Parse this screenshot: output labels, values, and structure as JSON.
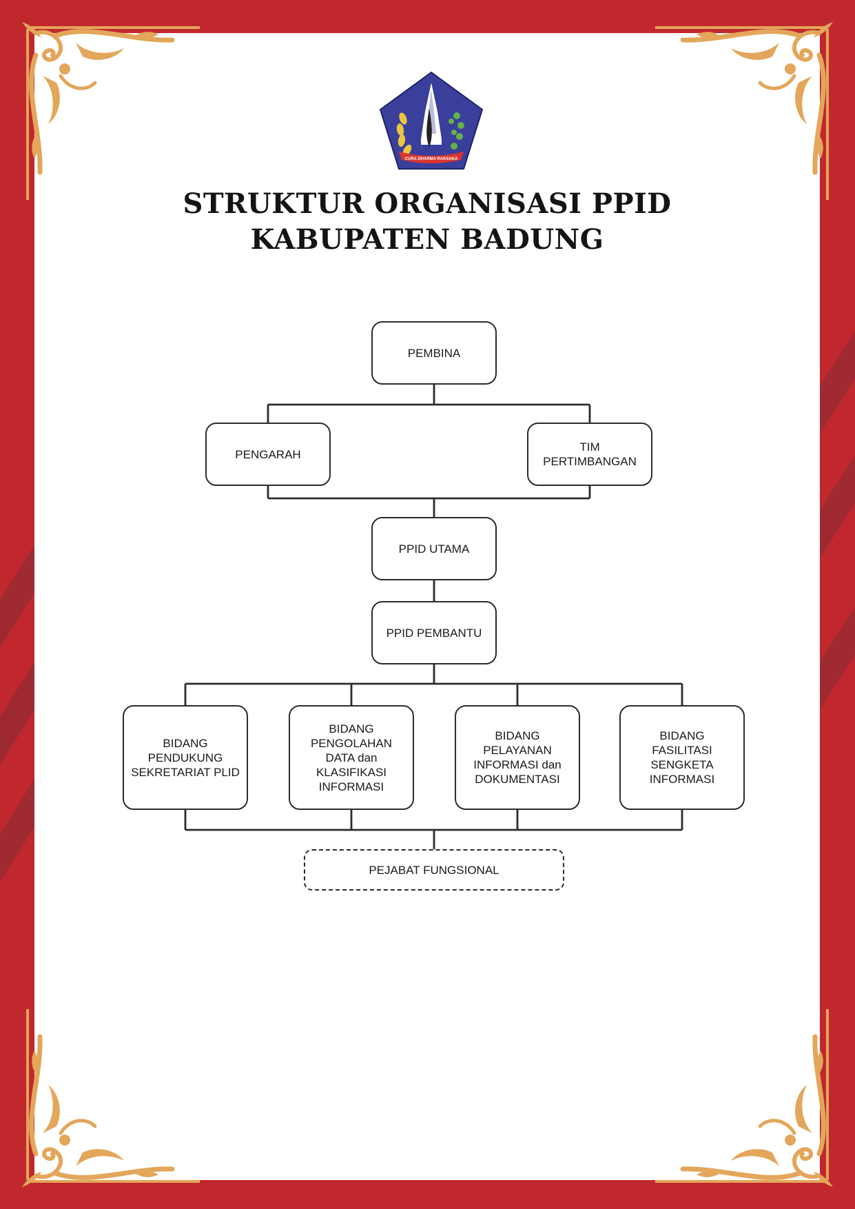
{
  "poster": {
    "title_line1": "STRUKTUR ORGANISASI PPID",
    "title_line2": "KABUPATEN BADUNG",
    "logo_text": "CURA DHARMA RAKSAKA",
    "colors": {
      "border_red": "#c0282d",
      "stripe_red": "#9a2a32",
      "ornament_gold": "#e3a65a",
      "logo_blue": "#3a3f9c",
      "line": "#2b2b2b"
    }
  },
  "org_chart": {
    "nodes": {
      "pembina": "PEMBINA",
      "pengarah": "PENGARAH",
      "tim_pertimbangan": "TIM\nPERTIMBANGAN",
      "ppid_utama": "PPID UTAMA",
      "ppid_pembantu": "PPID PEMBANTU",
      "bidang_pendukung": "BIDANG\nPENDUKUNG\nSEKRETARIAT PLID",
      "bidang_pengolahan": "BIDANG\nPENGOLAHAN\nDATA dan\nKLASIFIKASI\nINFORMASI",
      "bidang_pelayanan": "BIDANG\nPELAYANAN\nINFORMASI dan\nDOKUMENTASI",
      "bidang_fasilitasi": "BIDANG\nFASILITASI\nSENGKETA\nINFORMASI",
      "pejabat_fungsional": "PEJABAT FUNGSIONAL"
    },
    "edges": [
      [
        "pembina",
        "pengarah"
      ],
      [
        "pembina",
        "tim_pertimbangan"
      ],
      [
        "pengarah",
        "ppid_utama"
      ],
      [
        "tim_pertimbangan",
        "ppid_utama"
      ],
      [
        "ppid_utama",
        "ppid_pembantu"
      ],
      [
        "ppid_pembantu",
        "bidang_pendukung"
      ],
      [
        "ppid_pembantu",
        "bidang_pengolahan"
      ],
      [
        "ppid_pembantu",
        "bidang_pelayanan"
      ],
      [
        "ppid_pembantu",
        "bidang_fasilitasi"
      ],
      [
        "bidang_pendukung",
        "pejabat_fungsional"
      ],
      [
        "bidang_pengolahan",
        "pejabat_fungsional"
      ],
      [
        "bidang_pelayanan",
        "pejabat_fungsional"
      ],
      [
        "bidang_fasilitasi",
        "pejabat_fungsional"
      ]
    ]
  }
}
